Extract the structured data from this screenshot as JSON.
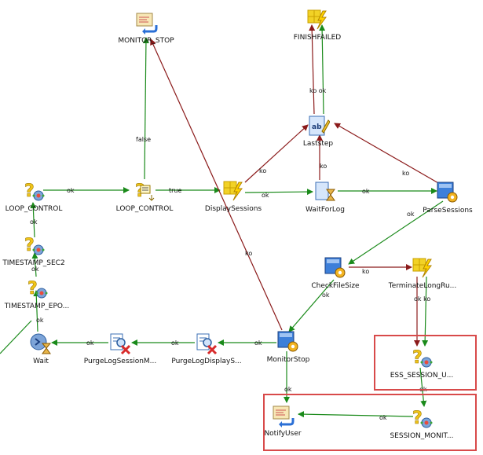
{
  "nodes": {
    "monitor_stop": {
      "label": "MONITOR_STOP",
      "icon": "mail-return-icon"
    },
    "finish_failed": {
      "label": "FINISHFAILED",
      "icon": "lightning-icon"
    },
    "last_step": {
      "label": "Laststep",
      "icon": "text-edit-icon"
    },
    "loop_control_var": {
      "label": "LOOP_CONTROL",
      "icon": "variable-gear-icon"
    },
    "loop_control_eval": {
      "label": "LOOP_CONTROL",
      "icon": "evaluate-icon"
    },
    "display_sessions": {
      "label": "DisplaySessions",
      "icon": "lightning-icon"
    },
    "wait_for_log": {
      "label": "WaitForLog",
      "icon": "hourglass-icon"
    },
    "parse_sessions": {
      "label": "ParseSessions",
      "icon": "procedure-gear-icon"
    },
    "timestamp_sec2": {
      "label": "TIMESTAMP_SEC2",
      "icon": "variable-gear-icon"
    },
    "timestamp_epo": {
      "label": "TIMESTAMP_EPO...",
      "icon": "variable-gear-icon"
    },
    "check_file_size": {
      "label": "CheckFileSize",
      "icon": "procedure-gear-icon"
    },
    "terminate_long_ru": {
      "label": "TerminateLongRu...",
      "icon": "lightning-icon"
    },
    "wait": {
      "label": "Wait",
      "icon": "timer-icon"
    },
    "purge_log_session": {
      "label": "PurgeLogSessionM...",
      "icon": "purge-search-icon"
    },
    "purge_log_display": {
      "label": "PurgeLogDisplayS...",
      "icon": "purge-search-icon"
    },
    "monitor_stop_proc": {
      "label": "MonitorStop",
      "icon": "procedure-gear-icon"
    },
    "ess_session_u": {
      "label": "ESS_SESSION_U...",
      "icon": "variable-gear-icon"
    },
    "notify_user": {
      "label": "NotifyUser",
      "icon": "mail-return-icon"
    },
    "session_monit": {
      "label": "SESSION_MONIT...",
      "icon": "variable-gear-icon"
    }
  },
  "edge_labels": {
    "false": "false",
    "ok": "ok",
    "ko": "ko",
    "true": "true",
    "ko_ok": "ko ok",
    "ok_ko": "ok ko"
  },
  "colors": {
    "ok": "#1a8a1a",
    "ko": "#8b1a1a",
    "highlight": "#d84a4a"
  }
}
